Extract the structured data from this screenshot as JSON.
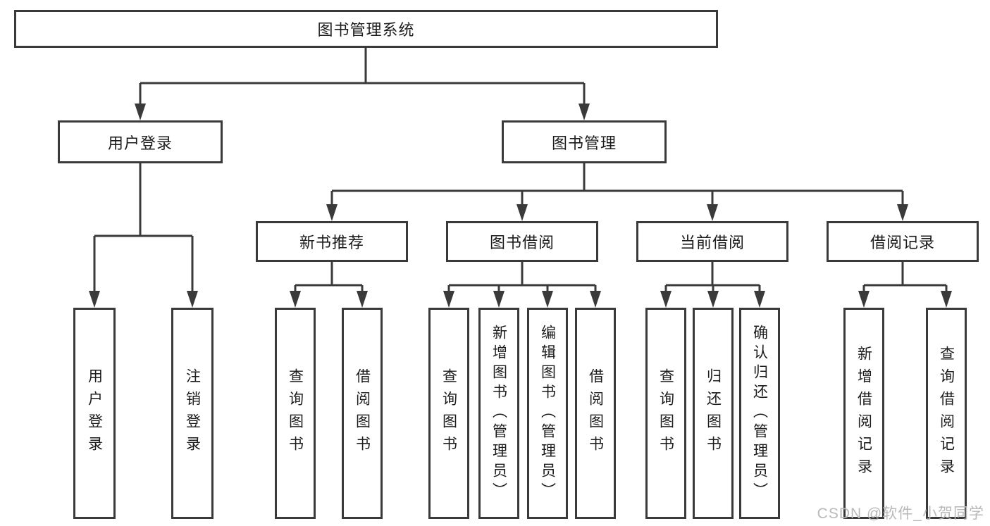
{
  "diagram": {
    "title": "图书管理系统",
    "children": [
      {
        "label": "用户登录",
        "children": [
          {
            "label": "用户登录"
          },
          {
            "label": "注销登录"
          }
        ]
      },
      {
        "label": "图书管理",
        "children": [
          {
            "label": "新书推荐",
            "children": [
              {
                "label": "查询图书"
              },
              {
                "label": "借阅图书"
              }
            ]
          },
          {
            "label": "图书借阅",
            "children": [
              {
                "label": "查询图书"
              },
              {
                "label": "新增图书（管理员）"
              },
              {
                "label": "编辑图书（管理员）"
              },
              {
                "label": "借阅图书"
              }
            ]
          },
          {
            "label": "当前借阅",
            "children": [
              {
                "label": "查询图书"
              },
              {
                "label": "归还图书"
              },
              {
                "label": "确认归还（管理员）"
              }
            ]
          },
          {
            "label": "借阅记录",
            "children": [
              {
                "label": "新增借阅记录"
              },
              {
                "label": "查询借阅记录"
              }
            ]
          }
        ]
      }
    ]
  },
  "watermark": {
    "text": "CSDN @软件_小贺同学"
  },
  "colors": {
    "line": "#3a3a3a",
    "box_border": "#3a3a3a",
    "box_background": "#ffffff",
    "text": "#1c1c1c",
    "watermark": "#b9b9b9",
    "page_background": "#ffffff"
  }
}
